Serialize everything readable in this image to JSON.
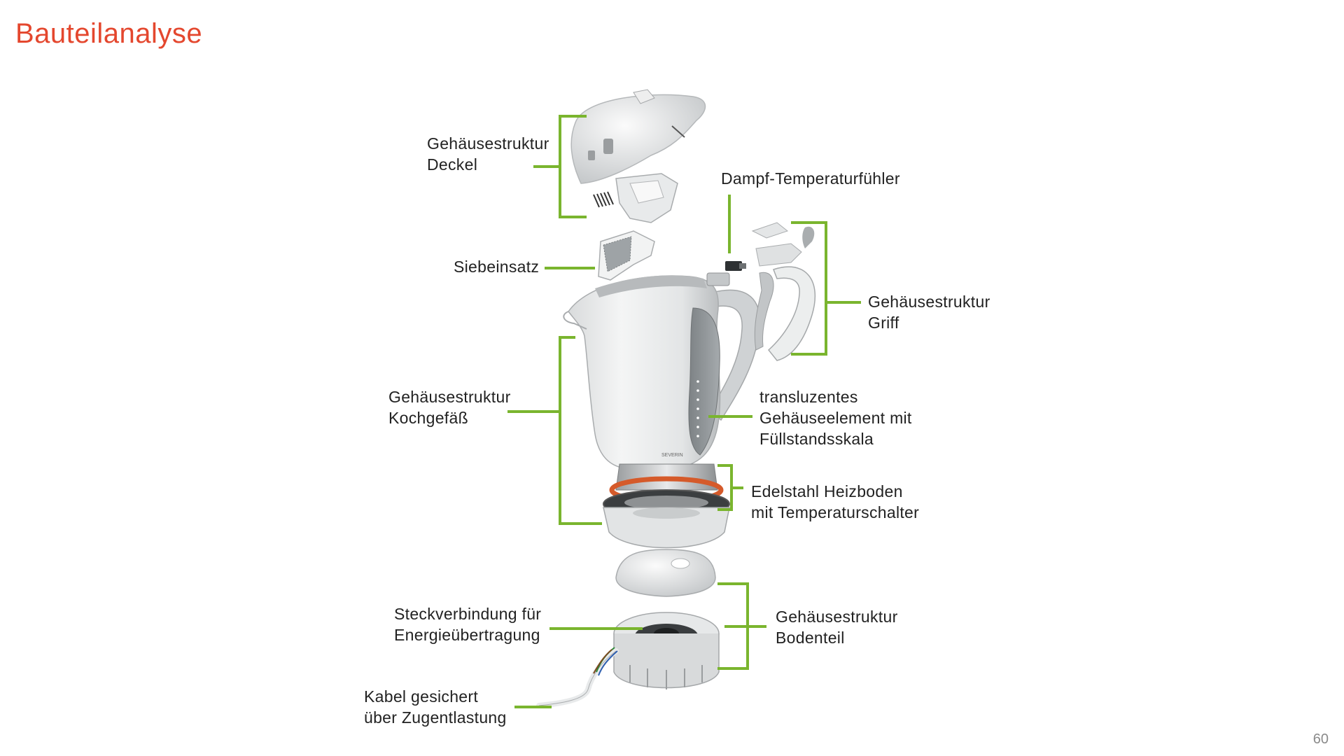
{
  "page": {
    "title": "Bauteilanalyse",
    "page_number": "60"
  },
  "colors": {
    "title": "#e4472e",
    "leader": "#7ab52e",
    "text": "#222222"
  },
  "illustration": "exploded-view-electric-kettle",
  "labels": {
    "deckel": {
      "line1": "Gehäusestruktur",
      "line2": "Deckel"
    },
    "dampf": {
      "line1": "Dampf-Temperaturfühler"
    },
    "siebeinsatz": {
      "line1": "Siebeinsatz"
    },
    "griff": {
      "line1": "Gehäusestruktur",
      "line2": "Griff"
    },
    "kochgefaess": {
      "line1": "Gehäusestruktur",
      "line2": "Kochgefäß"
    },
    "transluzent": {
      "line1": "transluzentes",
      "line2": "Gehäuseelement mit",
      "line3": "Füllstandsskala"
    },
    "heizboden": {
      "line1": "Edelstahl Heizboden",
      "line2": "mit Temperaturschalter"
    },
    "steckverbindung": {
      "line1": "Steckverbindung für",
      "line2": "Energieübertragung"
    },
    "bodenteil": {
      "line1": "Gehäusestruktur",
      "line2": "Bodenteil"
    },
    "kabel": {
      "line1": "Kabel gesichert",
      "line2": "über Zugentlastung"
    }
  }
}
